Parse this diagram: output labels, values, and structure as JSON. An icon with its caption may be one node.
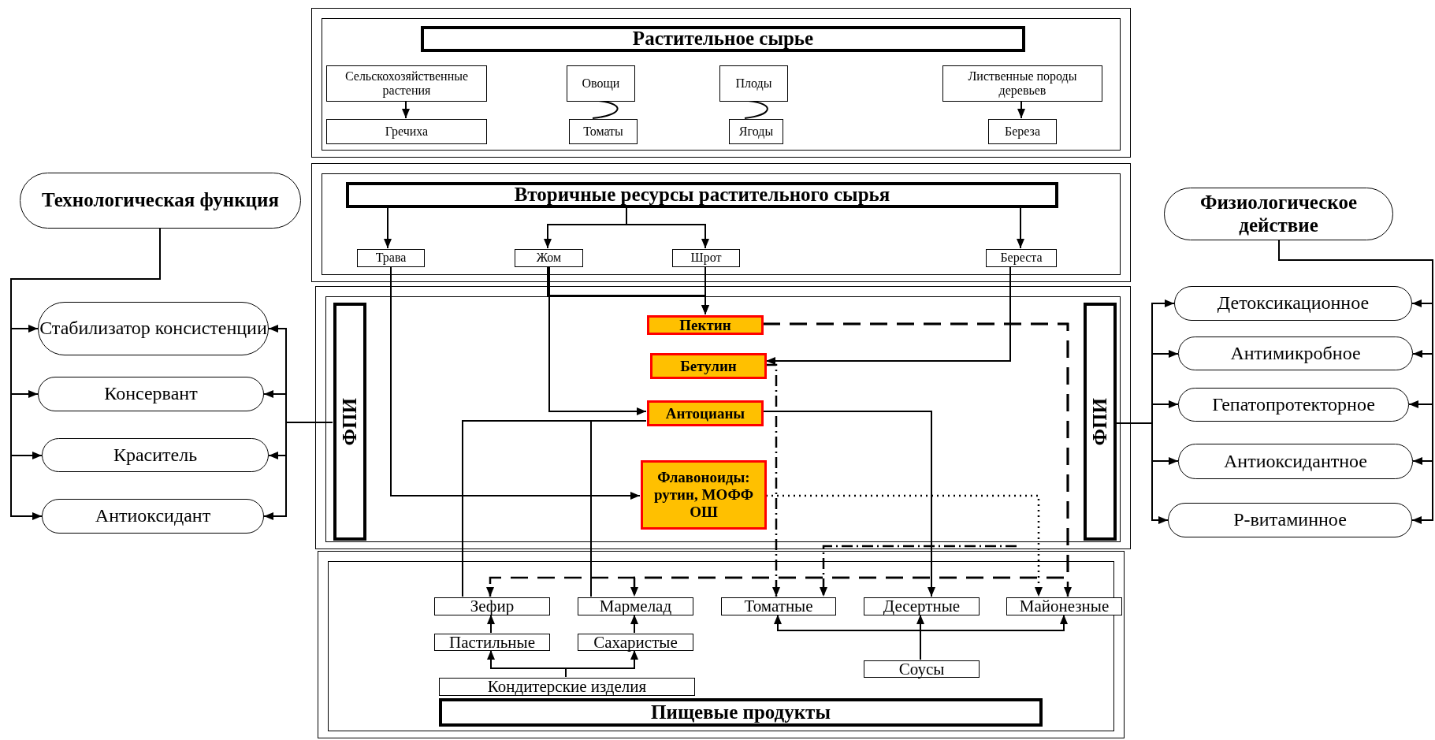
{
  "diagram": {
    "nodes": [
      {
        "text": [],
        "shape": "box"
      },
      {
        "text": [
          "Растительное сырье"
        ],
        "in": 0
      },
      {
        "text": [
          "Сельскохозяйственные растения"
        ],
        "in": 0
      },
      {
        "text": [
          "Овощи"
        ],
        "in": 0
      },
      {
        "text": [
          "Плоды"
        ],
        "in": 0
      },
      {
        "text": [
          "Лиственные породы деревьев"
        ],
        "in": 0
      },
      {
        "text": [
          "Гречиха"
        ],
        "in": 0
      },
      {
        "text": [
          "Томаты"
        ],
        "in": 0
      },
      {
        "text": [
          "Ягоды"
        ],
        "in": 0
      },
      {
        "text": [
          "Береза"
        ],
        "in": 0
      },
      {
        "text": [
          "Технологическая функция"
        ]
      },
      {
        "text": [],
        "shape": "box"
      },
      {
        "text": [
          "Вторичные ресурсы растительного сырья"
        ],
        "in": 11
      },
      {
        "text": [
          "Трава"
        ],
        "in": 11
      },
      {
        "text": [
          "Жом"
        ],
        "in": 11
      },
      {
        "text": [
          "Шрот"
        ],
        "in": 11
      },
      {
        "text": [
          "Береста"
        ],
        "in": 11
      },
      {
        "text": [
          "Физиологическое действие"
        ]
      },
      {
        "text": [
          "Стабилизатор консистенции"
        ]
      },
      {
        "text": [
          "Консервант"
        ]
      },
      {
        "text": [
          "Краситель"
        ]
      },
      {
        "text": [
          "Антиоксидант"
        ]
      },
      {
        "text": [],
        "shape": "box"
      },
      {
        "text": [
          "ФПИ"
        ],
        "in": 22
      },
      {
        "text": [
          "Пектин"
        ],
        "in": 22
      },
      {
        "text": [
          "Бетулин"
        ],
        "in": 22
      },
      {
        "text": [
          "Антоцианы"
        ],
        "in": 22
      },
      {
        "text": [
          "Флавоноиды: рутин, МОФФ ОШ"
        ],
        "in": 22
      },
      {
        "text": [
          "ФПИ"
        ],
        "in": 22
      },
      {
        "text": [
          "Детоксикационное"
        ]
      },
      {
        "text": [
          "Антимикробное"
        ]
      },
      {
        "text": [
          "Гепатопротекторное"
        ]
      },
      {
        "text": [
          "Антиоксидантное"
        ]
      },
      {
        "text": [
          "Р-витаминное"
        ]
      },
      {
        "text": [],
        "shape": "box"
      },
      {
        "text": [
          "Зефир"
        ],
        "in": 34
      },
      {
        "text": [
          "Мармелад"
        ],
        "in": 34
      },
      {
        "text": [
          "Томатные"
        ],
        "in": 34
      },
      {
        "text": [
          "Десертные"
        ],
        "in": 34
      },
      {
        "text": [
          "Майонезные"
        ],
        "in": 34
      },
      {
        "text": [
          "Пастильные"
        ],
        "in": 34
      },
      {
        "text": [
          "Сахаристые"
        ],
        "in": 34
      },
      {
        "text": [
          "Соусы"
        ],
        "in": 34
      },
      {
        "text": [
          "Кондитерские изделия"
        ],
        "in": 34
      },
      {
        "text": [
          "Пищевые продукты"
        ],
        "in": 34
      }
    ],
    "edges": [
      {
        "from": 2,
        "to": 6,
        "arrow": "to"
      },
      {
        "from": 3,
        "to": 7,
        "arrow": "none"
      },
      {
        "from": 4,
        "to": 8,
        "arrow": "none"
      },
      {
        "from": 5,
        "to": 9,
        "arrow": "to"
      },
      {
        "from": 12,
        "to": 13,
        "arrow": "to"
      },
      {
        "from": 12,
        "to": 14,
        "arrow": "to"
      },
      {
        "from": 12,
        "to": 15,
        "arrow": "to"
      },
      {
        "from": 12,
        "to": 16,
        "arrow": "to"
      },
      {
        "from": 14,
        "to": 24,
        "arrow": "to"
      },
      {
        "from": 15,
        "to": 24,
        "arrow": "to"
      },
      {
        "from": 16,
        "to": 25,
        "arrow": "to"
      },
      {
        "from": 14,
        "to": 26,
        "arrow": "to"
      },
      {
        "from": 13,
        "to": 27,
        "arrow": "to"
      },
      {
        "from": 26,
        "to": 35,
        "arrow": "none"
      },
      {
        "from": 26,
        "to": 36,
        "arrow": "none"
      },
      {
        "from": 26,
        "to": 38,
        "arrow": "to"
      },
      {
        "from": 24,
        "to": 35,
        "arrow": "to",
        "style": "dashed"
      },
      {
        "from": 24,
        "to": 36,
        "arrow": "to",
        "style": "dashed"
      },
      {
        "from": 24,
        "to": 39,
        "arrow": "to",
        "style": "dashed"
      },
      {
        "from": 25,
        "to": 37,
        "arrow": "to",
        "style": "dashed"
      },
      {
        "from": null,
        "to": 37,
        "arrow": "to",
        "style": "dashed"
      },
      {
        "from": 27,
        "to": 39,
        "arrow": "to",
        "style": "dashed"
      },
      {
        "from": 10,
        "to": 18,
        "arrow": "to"
      },
      {
        "from": 10,
        "to": 19,
        "arrow": "to"
      },
      {
        "from": 10,
        "to": 20,
        "arrow": "to"
      },
      {
        "from": 10,
        "to": 21,
        "arrow": "to"
      },
      {
        "from": 23,
        "to": 18,
        "arrow": "to"
      },
      {
        "from": 23,
        "to": 19,
        "arrow": "to"
      },
      {
        "from": 23,
        "to": 20,
        "arrow": "to"
      },
      {
        "from": 23,
        "to": 21,
        "arrow": "to"
      },
      {
        "from": 17,
        "to": 29,
        "arrow": "to"
      },
      {
        "from": 17,
        "to": 30,
        "arrow": "to"
      },
      {
        "from": 17,
        "to": 31,
        "arrow": "to"
      },
      {
        "from": 17,
        "to": 32,
        "arrow": "to"
      },
      {
        "from": 17,
        "to": 33,
        "arrow": "to"
      },
      {
        "from": 28,
        "to": 29,
        "arrow": "to"
      },
      {
        "from": 28,
        "to": 30,
        "arrow": "to"
      },
      {
        "from": 28,
        "to": 31,
        "arrow": "to"
      },
      {
        "from": 28,
        "to": 32,
        "arrow": "to"
      },
      {
        "from": 28,
        "to": 33,
        "arrow": "to"
      },
      {
        "from": 40,
        "to": 35,
        "arrow": "to"
      },
      {
        "from": 41,
        "to": 36,
        "arrow": "to"
      },
      {
        "from": 43,
        "to": 40,
        "arrow": "to"
      },
      {
        "from": 43,
        "to": 41,
        "arrow": "to"
      },
      {
        "from": 42,
        "to": 37,
        "arrow": "to"
      },
      {
        "from": 42,
        "to": 38,
        "arrow": "to"
      },
      {
        "from": 42,
        "to": 39,
        "arrow": "to"
      }
    ]
  }
}
